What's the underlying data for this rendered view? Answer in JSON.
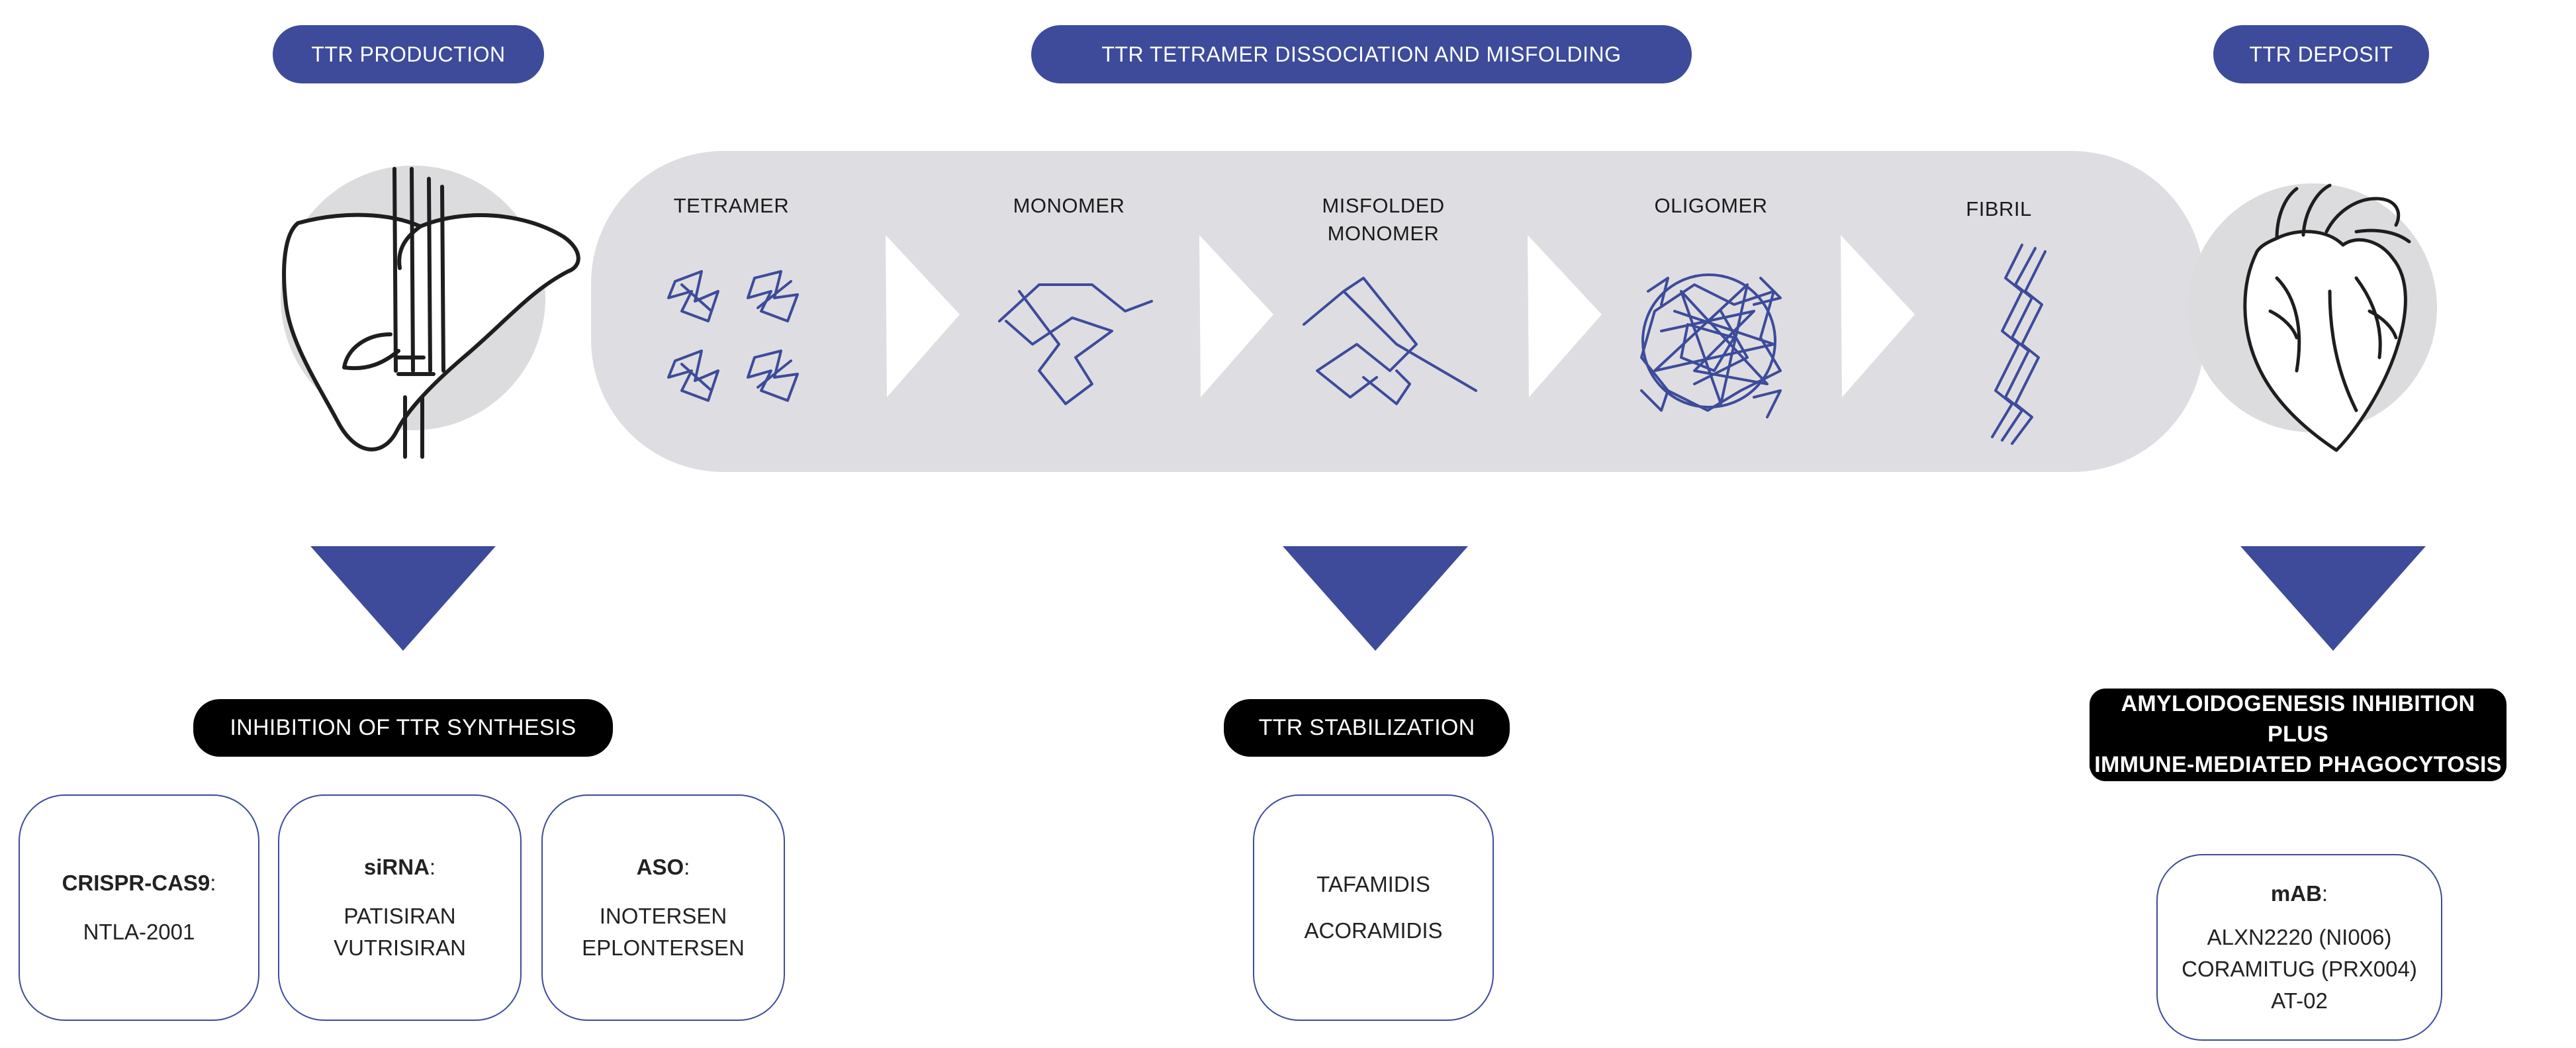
{
  "headers": {
    "production": "TTR PRODUCTION",
    "dissociation": "TTR TETRAMER DISSOCIATION AND MISFOLDING",
    "deposit": "TTR DEPOSIT"
  },
  "stages": [
    {
      "label": "TETRAMER"
    },
    {
      "label": "MONOMER"
    },
    {
      "label": "MISFOLDED\nMONOMER"
    },
    {
      "label": "OLIGOMER"
    },
    {
      "label": "FIBRIL"
    }
  ],
  "organs": {
    "left": "liver-icon",
    "right": "heart-icon"
  },
  "mechanisms": {
    "synthesis": "INHIBITION OF TTR SYNTHESIS",
    "stabilization": "TTR STABILIZATION",
    "amyloid_line1": "AMYLOIDOGENESIS INHIBITION PLUS",
    "amyloid_line2": "IMMUNE-MEDIATED PHAGOCYTOSIS"
  },
  "drug_groups": {
    "crispr": {
      "class": "CRISPR-CAS9",
      "colon": ":",
      "items": [
        "NTLA-2001"
      ]
    },
    "sirna": {
      "class": "siRNA",
      "colon": ":",
      "items": [
        "PATISIRAN",
        "VUTRISIRAN"
      ]
    },
    "aso": {
      "class": "ASO",
      "colon": ":",
      "items": [
        "INOTERSEN",
        "EPLONTERSEN"
      ]
    },
    "stabilizers": {
      "items": [
        "TAFAMIDIS",
        "ACORAMIDIS"
      ]
    },
    "mab": {
      "class": "mAB",
      "colon": ":",
      "items": [
        "ALXN2220 (NI006)",
        "CORAMITUG (PRX004)",
        "AT-02"
      ]
    }
  },
  "colors": {
    "navy": "#3d4b9a",
    "gray_band": "#dedde1",
    "organ_bg": "#dcdcdf",
    "black": "#000000"
  }
}
